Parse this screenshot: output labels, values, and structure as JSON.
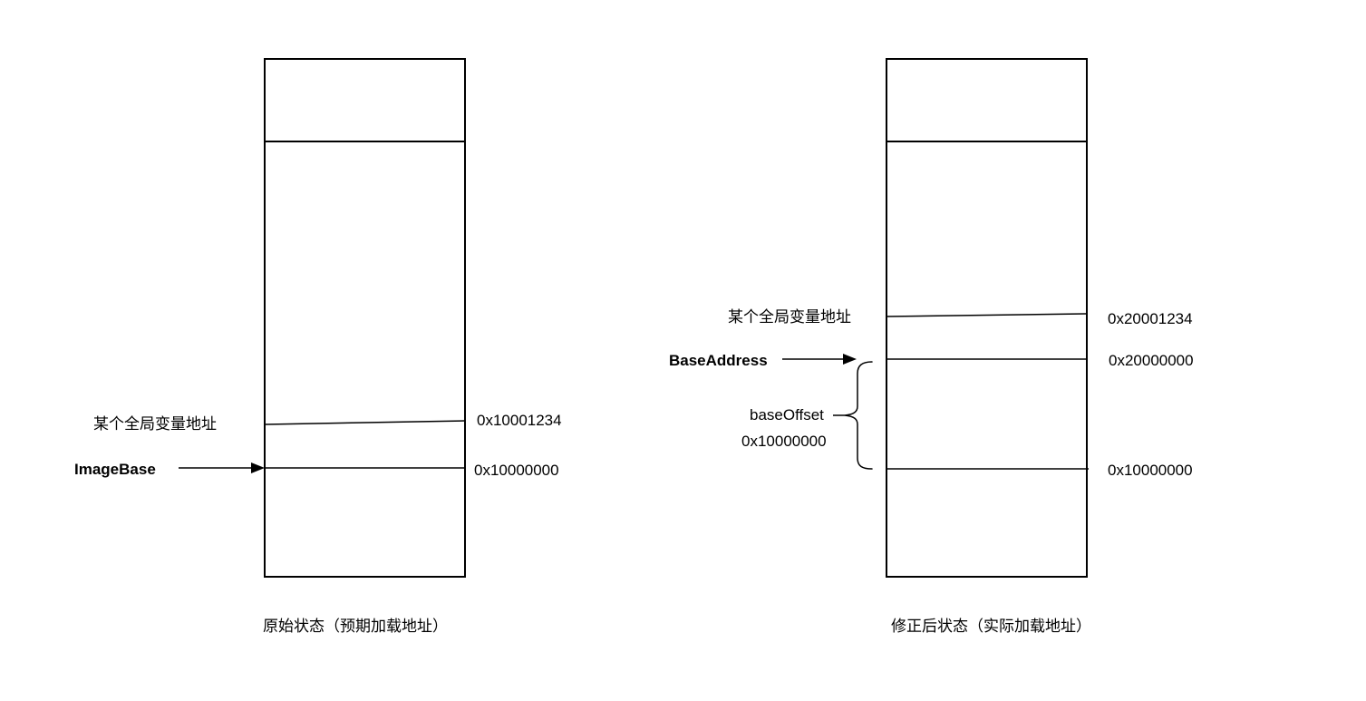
{
  "page": {
    "background_color": "#ffffff",
    "ink_color": "#000000",
    "description": "Memory layout diagram comparing expected vs actual DLL load addresses"
  },
  "left_diagram": {
    "caption": "原始状态（预期加载地址）",
    "global_var_label": "某个全局变量地址",
    "base_label": "ImageBase",
    "global_var_address": "0x10001234",
    "base_address": "0x10000000"
  },
  "right_diagram": {
    "caption": "修正后状态（实际加载地址）",
    "global_var_label": "某个全局变量地址",
    "base_label": "BaseAddress",
    "offset_label": "baseOffset",
    "offset_value": "0x10000000",
    "global_var_address": "0x20001234",
    "base_address": "0x20000000",
    "original_base_address": "0x10000000"
  }
}
